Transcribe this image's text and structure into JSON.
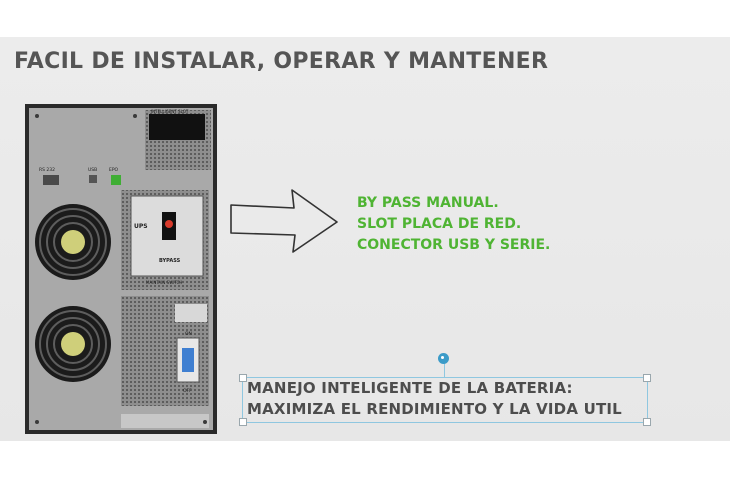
{
  "slide": {
    "title": "FACIL DE INSTALAR, OPERAR Y MANTENER",
    "features": [
      "BY PASS MANUAL.",
      "SLOT PLACA DE RED.",
      "CONECTOR USB Y SERIE."
    ],
    "textbox_lines": [
      "MANEJO INTELIGENTE DE LA BATERIA:",
      "MAXIMIZA EL RENDIMIENTO Y LA VIDA UTIL"
    ],
    "ups_labels": {
      "intelligent_slot": "INTELLIGENT SLOT",
      "rs232": "RS 232",
      "usb": "USB",
      "epo": "EPO",
      "ups": "UPS",
      "bypass": "BYPASS",
      "maintain_switch": "MAINTAIN SWITCH",
      "on": "ON",
      "off": "OFF"
    },
    "colors": {
      "title": "#555555",
      "feature_text": "#4fb433",
      "selection": "#8fc7e0"
    }
  }
}
